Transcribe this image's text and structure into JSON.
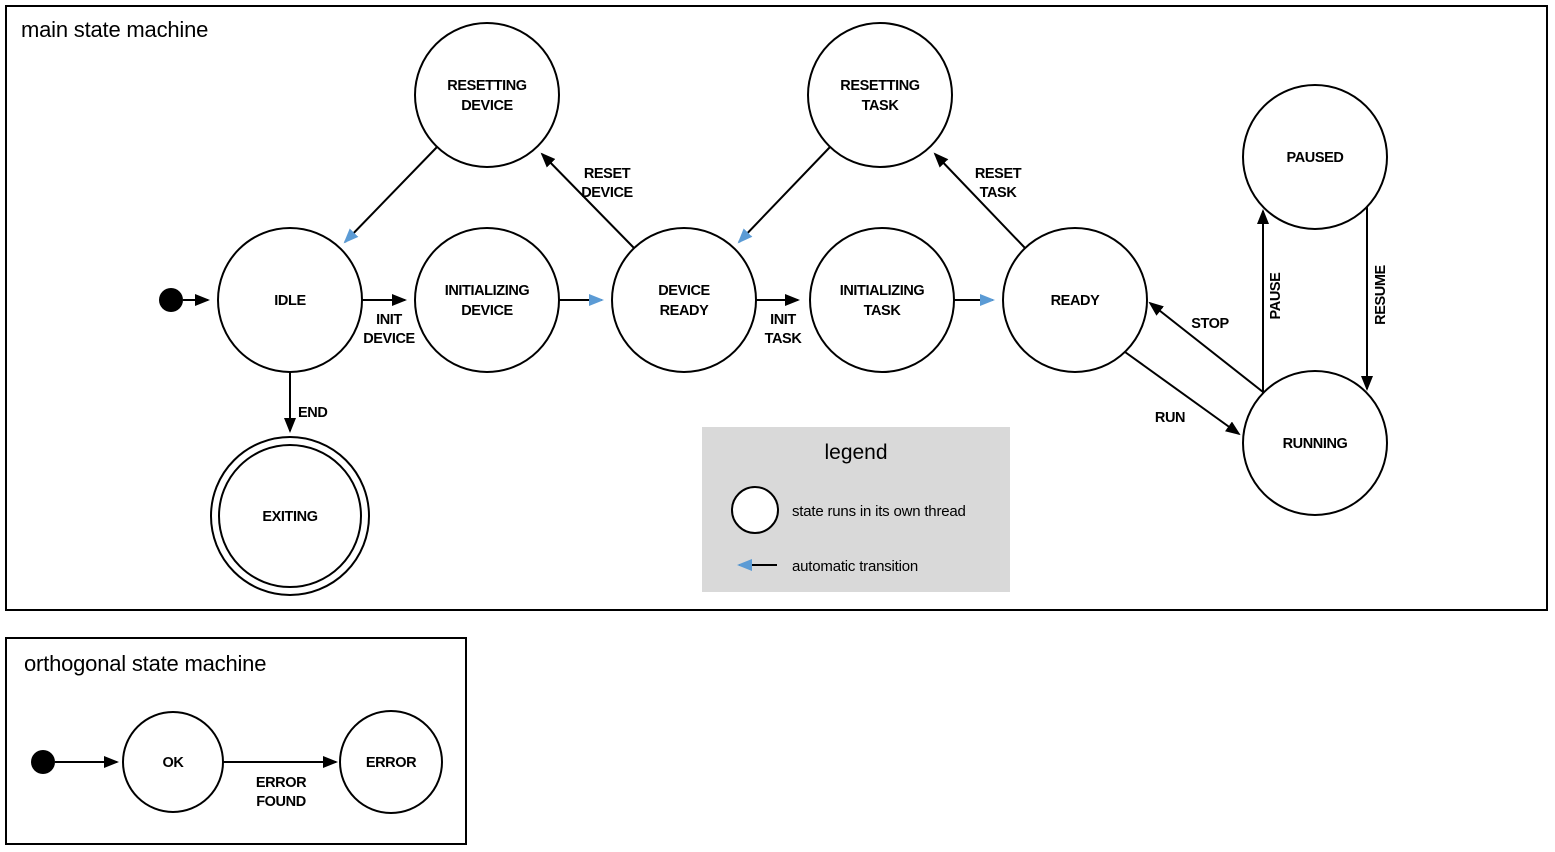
{
  "main": {
    "title": "main state machine",
    "states": {
      "resetting_device": {
        "l1": "RESETTING",
        "l2": "DEVICE"
      },
      "resetting_task": {
        "l1": "RESETTING",
        "l2": "TASK"
      },
      "paused": {
        "l1": "PAUSED"
      },
      "idle": {
        "l1": "IDLE"
      },
      "initializing_device": {
        "l1": "INITIALIZING",
        "l2": "DEVICE"
      },
      "device_ready": {
        "l1": "DEVICE",
        "l2": "READY"
      },
      "initializing_task": {
        "l1": "INITIALIZING",
        "l2": "TASK"
      },
      "ready": {
        "l1": "READY"
      },
      "running": {
        "l1": "RUNNING"
      },
      "exiting": {
        "l1": "EXITING"
      }
    },
    "transitions": {
      "init_device": {
        "l1": "INIT",
        "l2": "DEVICE"
      },
      "init_task": {
        "l1": "INIT",
        "l2": "TASK"
      },
      "reset_device": {
        "l1": "RESET",
        "l2": "DEVICE"
      },
      "reset_task": {
        "l1": "RESET",
        "l2": "TASK"
      },
      "end": {
        "l1": "END"
      },
      "run": {
        "l1": "RUN"
      },
      "stop": {
        "l1": "STOP"
      },
      "pause": {
        "l1": "PAUSE"
      },
      "resume": {
        "l1": "RESUME"
      }
    }
  },
  "legend": {
    "title": "legend",
    "thread_state_label": "state runs in its own thread",
    "auto_transition_label": "automatic transition"
  },
  "orthogonal": {
    "title": "orthogonal state machine",
    "states": {
      "ok": {
        "l1": "OK"
      },
      "error": {
        "l1": "ERROR"
      }
    },
    "transitions": {
      "error_found": {
        "l1": "ERROR",
        "l2": "FOUND"
      }
    }
  },
  "colors": {
    "threaded_state_fill": "#b4c7e7",
    "state_stroke": "#000000",
    "automatic_transition": "#5b9bd5",
    "legend_background": "#d9d9d9"
  }
}
